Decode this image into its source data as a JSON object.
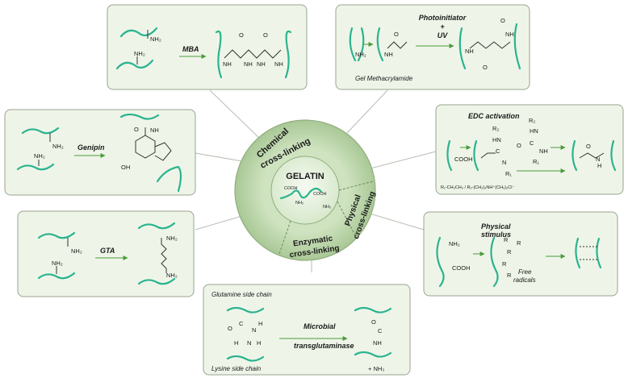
{
  "center": {
    "title": "GELATIN",
    "cooh_1": "COOH",
    "cooh_2": "COOH",
    "nh2_1": "NH₂",
    "nh2_2": "NH₂",
    "sector_chemical": "Chemical cross-linking",
    "sector_physical": "Physical cross-linking",
    "sector_enzymatic": "Enzymatic cross-linking"
  },
  "boxes": {
    "mba": {
      "reagent": "MBA",
      "nh2": "NH₂",
      "nh": "NH",
      "o": "O"
    },
    "methacrylamide": {
      "reagent_1": "Photoinitiator",
      "plus": "+",
      "reagent_2": "UV",
      "caption": "Gel Methacrylamide",
      "nh2": "NH₂",
      "nh": "NH",
      "o": "O"
    },
    "genipin": {
      "reagent": "Genipin",
      "nh2": "NH₂",
      "nh": "NH",
      "oh": "OH",
      "o": "O"
    },
    "edc": {
      "reagent": "EDC activation",
      "cooh": "COOH",
      "r1": "R₁",
      "r2": "R₂",
      "hn": "HN",
      "nh": "NH",
      "n": "N",
      "o": "O",
      "c": "C",
      "h": "H",
      "footer": "R₁-CH₂CH₃ / R₂-(CH₂)₃NH⁺(CH₃)₂Cl⁻"
    },
    "gta": {
      "reagent": "GTA",
      "nh2": "NH₂"
    },
    "physical": {
      "reagent_1": "Physical",
      "reagent_2": "stimulus",
      "nh2": "NH₂",
      "cooh": "COOH",
      "r": "R",
      "caption_1": "Free",
      "caption_2": "radicals"
    },
    "enzymatic": {
      "caption_top": "Glutamine side chain",
      "caption_bottom": "Lysine side chain",
      "reagent_1": "Microbial",
      "reagent_2": "transglutaminase",
      "byproduct": "+ NH₃",
      "o": "O",
      "c": "C",
      "n": "N",
      "h": "H",
      "nh": "NH"
    }
  },
  "colors": {
    "chain": "#2bb38f",
    "box_fill": "#eef5e8",
    "arrow": "#4a9a3a",
    "ring": "#c4dcb4",
    "center": "#e2eed8"
  }
}
